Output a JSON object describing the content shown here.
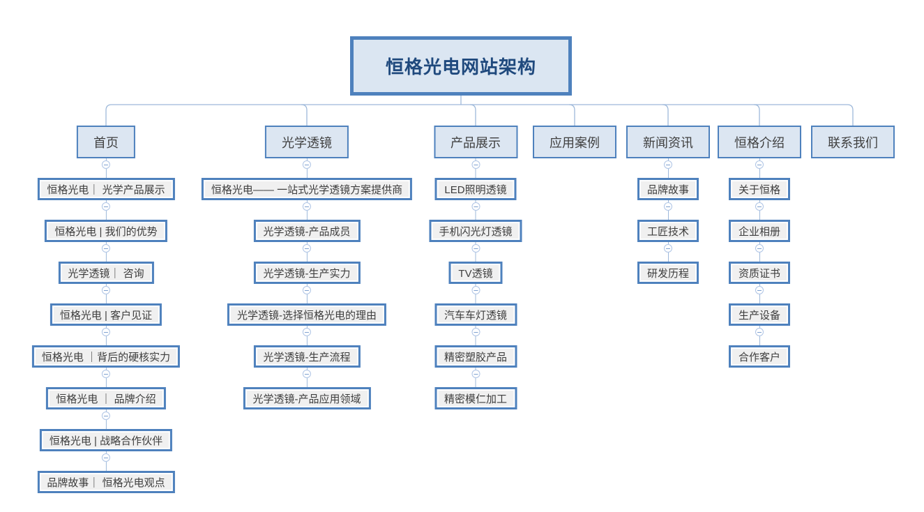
{
  "diagram": {
    "title": "恒格光电网站架构",
    "root": {
      "label": "恒格光电网站架构"
    },
    "branches": [
      {
        "label": "首页",
        "children": [
          "恒格光电｜ 光学产品展示",
          "恒格光电 | 我们的优势",
          "光学透镜｜ 咨询",
          "恒格光电 | 客户见证",
          "恒格光电 ｜背后的硬核实力",
          "恒格光电 ｜ 品牌介绍",
          "恒格光电 | 战略合作伙伴",
          "品牌故事｜ 恒格光电观点"
        ]
      },
      {
        "label": "光学透镜",
        "children": [
          "恒格光电—— 一站式光学透镜方案提供商",
          "光学透镜-产品成员",
          "光学透镜-生产实力",
          "光学透镜-选择恒格光电的理由",
          "光学透镜-生产流程",
          "光学透镜-产品应用领域"
        ]
      },
      {
        "label": "产品展示",
        "children": [
          "LED照明透镜",
          "手机闪光灯透镜",
          "TV透镜",
          "汽车车灯透镜",
          "精密塑胶产品",
          "精密模仁加工"
        ]
      },
      {
        "label": "应用案例",
        "children": []
      },
      {
        "label": "新闻资讯",
        "children": [
          "品牌故事",
          "工匠技术",
          "研发历程"
        ]
      },
      {
        "label": "恒格介绍",
        "children": [
          "关于恒格",
          "企业相册",
          "资质证书",
          "生产设备",
          "合作客户"
        ]
      },
      {
        "label": "联系我们",
        "children": []
      }
    ],
    "collapse_icon": "minus-circle",
    "colors": {
      "accent_border": "#4e81bd",
      "root_fill": "#dbe6f2",
      "root_text": "#1f497d",
      "level1_fill": "#dce6f2",
      "child_fill": "#f0f0f0",
      "node_text": "#3d3d3d",
      "connector": "#9db8da",
      "background": "#ffffff"
    }
  }
}
